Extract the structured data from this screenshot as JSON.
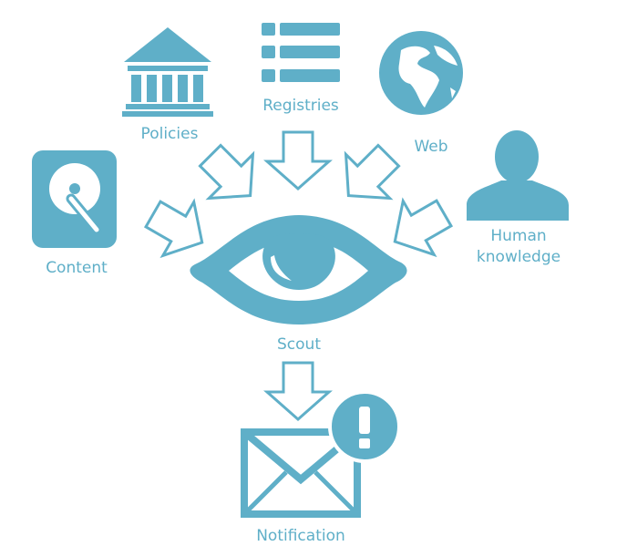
{
  "accent": "#5fafc8",
  "nodes": {
    "policies": "Policies",
    "registries": "Registries",
    "web": "Web",
    "content": "Content",
    "human_1": "Human",
    "human_2": "knowledge",
    "scout": "Scout",
    "notification": "Notification",
    "alert_mark": "!"
  }
}
